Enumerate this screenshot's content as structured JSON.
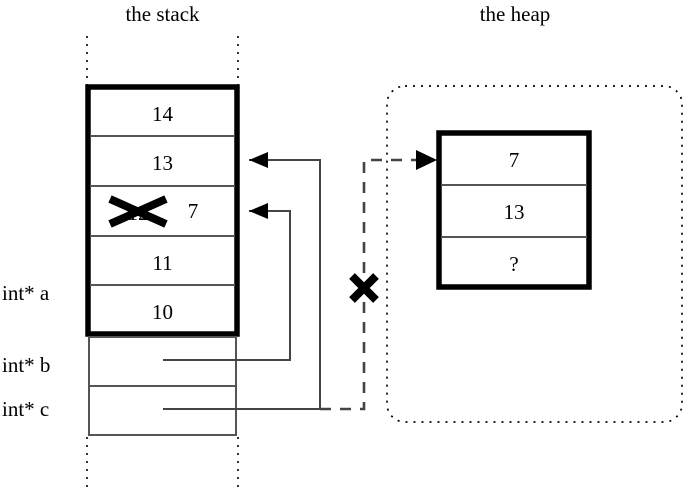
{
  "figure": {
    "kind": "memory-diagram",
    "titles": {
      "stack": "the stack",
      "heap": "the heap"
    }
  },
  "stack": {
    "cells": [
      {
        "value": "14",
        "struck": false,
        "struck_value": ""
      },
      {
        "value": "13",
        "struck": false,
        "struck_value": ""
      },
      {
        "value": "7",
        "struck": true,
        "struck_value": "12"
      },
      {
        "value": "11",
        "struck": false,
        "struck_value": ""
      },
      {
        "value": "10",
        "struck": false,
        "struck_value": ""
      }
    ],
    "variables": [
      {
        "label": "int* a"
      },
      {
        "label": "int* b"
      },
      {
        "label": "int* c"
      }
    ]
  },
  "heap": {
    "cells": [
      {
        "value": "7"
      },
      {
        "value": "13"
      },
      {
        "value": "?"
      }
    ]
  },
  "annotations": {
    "invalidated_pointer_mark": "X",
    "invalidated_value_mark": "X"
  },
  "colors": {
    "ink": "#000000",
    "rule": "#555555",
    "background": "#ffffff"
  }
}
